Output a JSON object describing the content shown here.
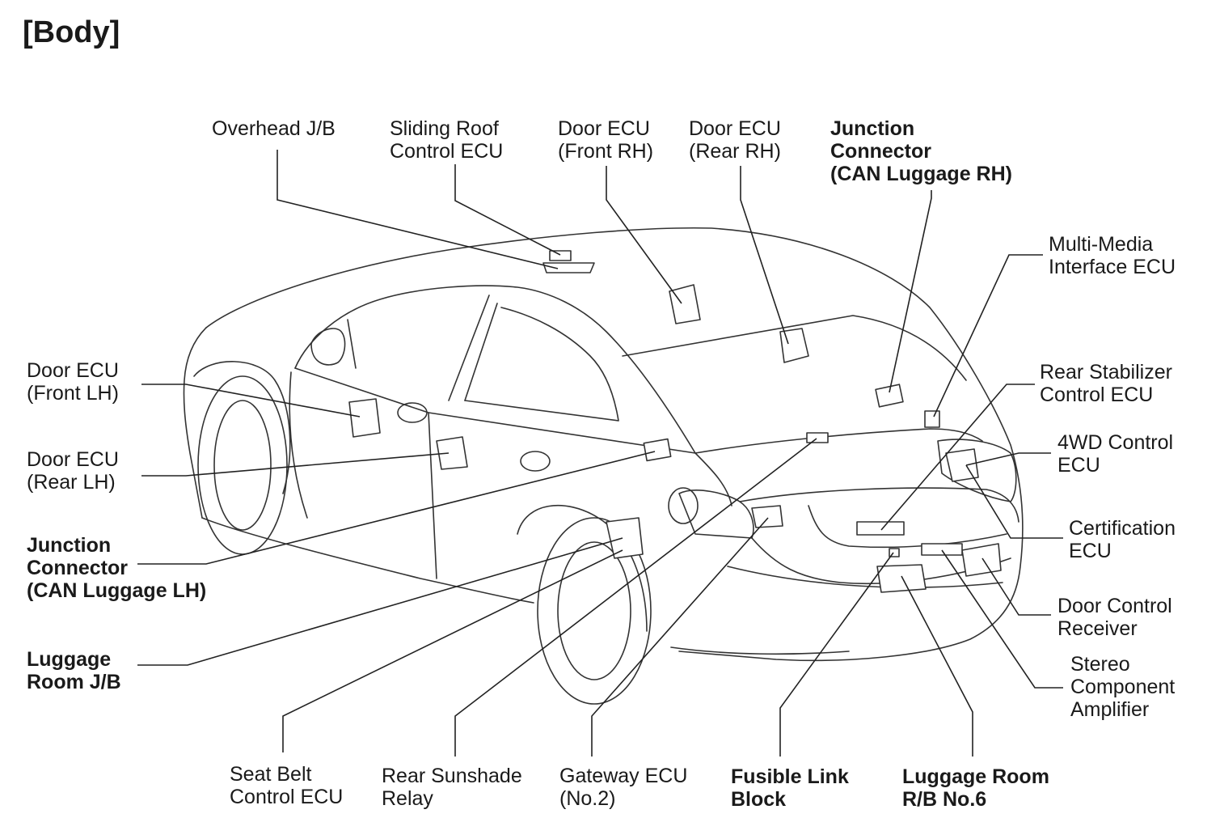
{
  "title": "[Body]",
  "labels": {
    "overhead_jb": [
      "Overhead J/B"
    ],
    "sliding_roof": [
      "Sliding Roof",
      "Control ECU"
    ],
    "door_ecu_front_rh": [
      "Door ECU",
      "(Front RH)"
    ],
    "door_ecu_rear_rh": [
      "Door ECU",
      "(Rear RH)"
    ],
    "jc_can_luggage_rh": [
      "Junction",
      "Connector",
      "(CAN Luggage RH)"
    ],
    "multi_media": [
      "Multi-Media",
      "Interface ECU"
    ],
    "rear_stabilizer": [
      "Rear Stabilizer",
      "Control ECU"
    ],
    "fwd_control": [
      "4WD Control",
      "ECU"
    ],
    "certification": [
      "Certification",
      "ECU"
    ],
    "door_control_receiver": [
      "Door Control",
      "Receiver"
    ],
    "stereo_amp": [
      "Stereo",
      "Component",
      "Amplifier"
    ],
    "door_ecu_front_lh": [
      "Door ECU",
      "(Front LH)"
    ],
    "door_ecu_rear_lh": [
      "Door ECU",
      "(Rear LH)"
    ],
    "jc_can_luggage_lh": [
      "Junction",
      "Connector",
      "(CAN Luggage LH)"
    ],
    "luggage_room_jb": [
      "Luggage",
      "Room J/B"
    ],
    "seat_belt": [
      "Seat Belt",
      "Control ECU"
    ],
    "rear_sunshade": [
      "Rear Sunshade",
      "Relay"
    ],
    "gateway_ecu": [
      "Gateway ECU",
      "(No.2)"
    ],
    "fusible_link": [
      "Fusible Link",
      "Block"
    ],
    "luggage_room_rb": [
      "Luggage Room",
      "R/B No.6"
    ]
  }
}
